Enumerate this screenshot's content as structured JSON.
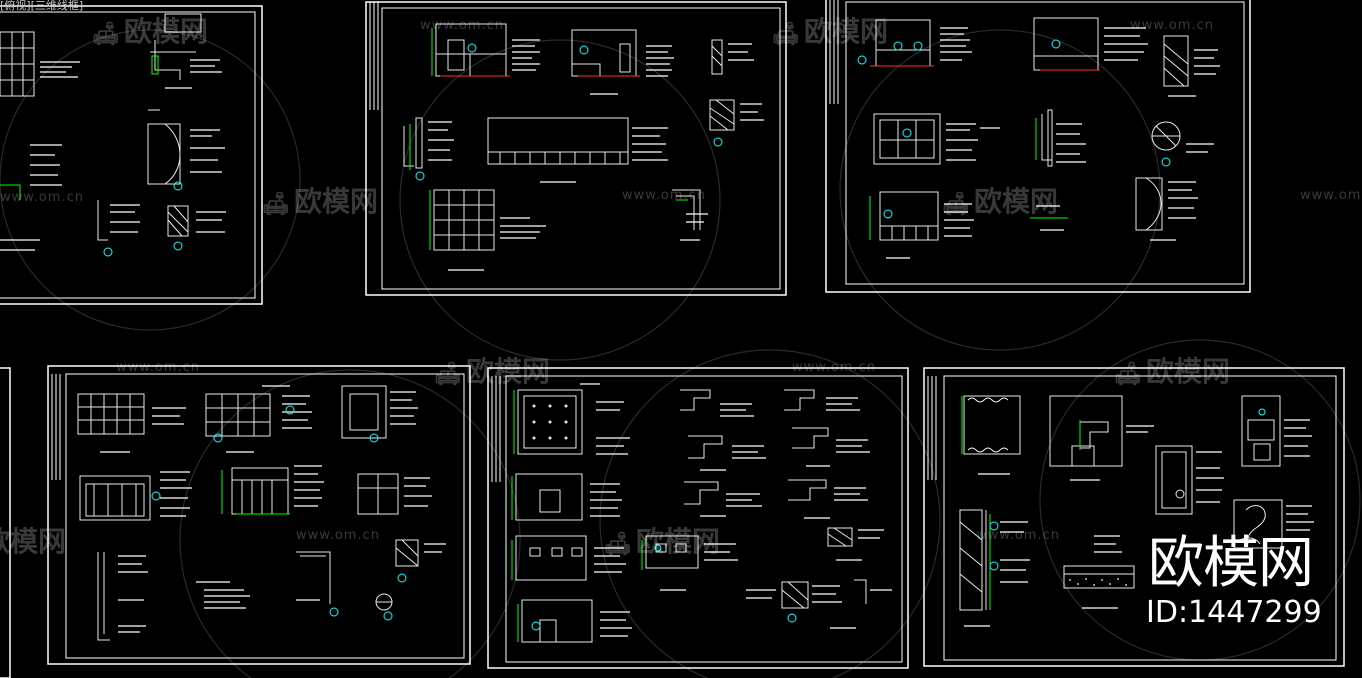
{
  "header_tag": "[俯视][三维线框]",
  "watermark": {
    "brand": "欧模网",
    "url": "www.om.cn",
    "id_label": "ID:1447299"
  },
  "colors": {
    "background": "#000000",
    "frame": "#ffffff",
    "drawing": "#e8e8e8",
    "accent_green": "#00ff00",
    "accent_red": "#ff3030",
    "accent_cyan": "#00ffff"
  }
}
